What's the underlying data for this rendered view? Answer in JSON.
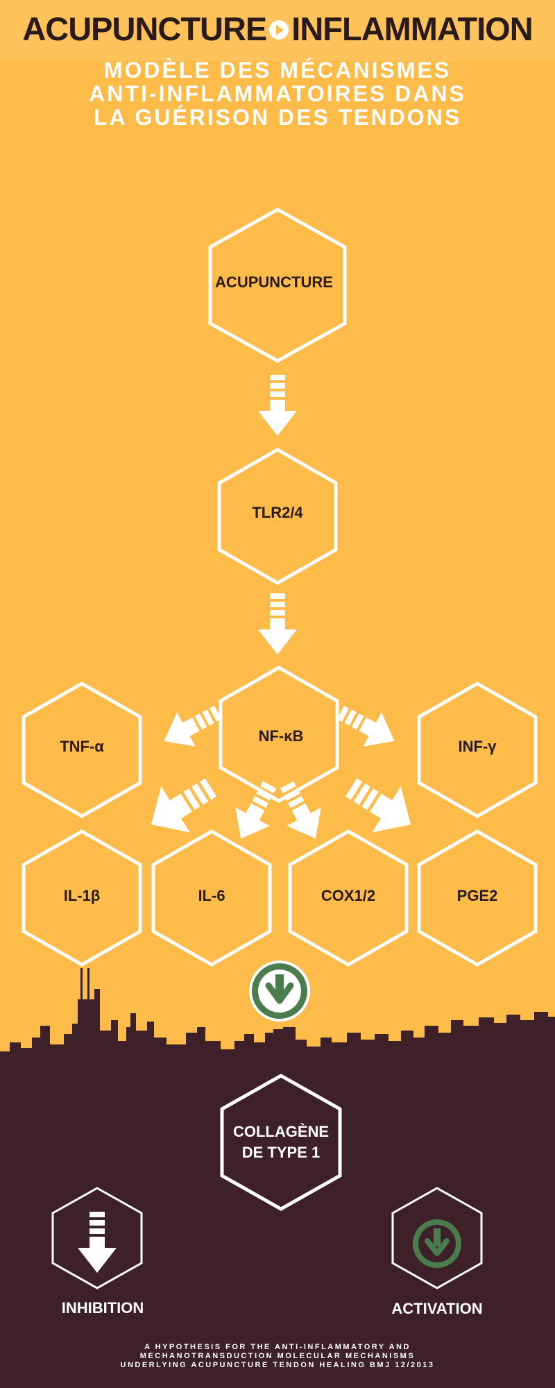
{
  "header": {
    "title_left": "ACUPUNCTURE",
    "title_right": "INFLAMMATION",
    "play_icon": "play-circle-icon",
    "subtitle_lines": [
      "MODÈLE DES MÉCANISMES",
      "ANTI-INFLAMMATOIRES DANS",
      "LA GUÉRISON DES TENDONS"
    ]
  },
  "nodes": {
    "acupuncture": "ACUPUNCTURE",
    "tlr": "TLR2/4",
    "nfkb": "NF-κB",
    "tnf": "TNF-α",
    "inf": "INF-γ",
    "il1b": "IL-1β",
    "il6": "IL-6",
    "cox": "COX1/2",
    "pge2": "PGE2",
    "collagen_line1": "COLLAGÈNE",
    "collagen_line2": "DE TYPE 1"
  },
  "legend": {
    "inhibition": "INHIBITION",
    "activation": "ACTIVATION"
  },
  "footer": {
    "lines": [
      "A HYPOTHESIS FOR THE ANTI-INFLAMMATORY AND",
      "MECHANOTRANSDUCTION MOLECULAR MECHANISMS",
      "UNDERLYING ACUPUNCTURE TENDON HEALING BMJ 12/2013"
    ]
  },
  "colors": {
    "background": "#fdbb4a",
    "dark": "#3e2128",
    "white": "#ffffff",
    "green": "#4a7c4e"
  }
}
